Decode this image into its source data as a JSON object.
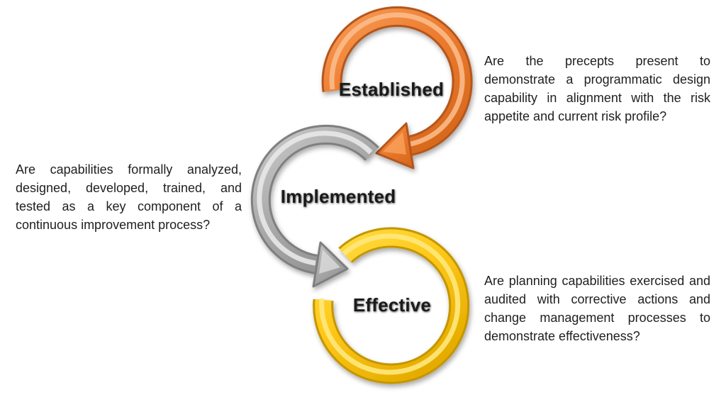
{
  "stages": [
    {
      "id": "established",
      "label": "Established",
      "color": "#ED7D31",
      "color_dark": "#B5571A",
      "color_light": "#FBBE8E",
      "note": "Are the precepts present to demonstrate a programmatic design capability in alignment with the risk appetite and current risk profile?"
    },
    {
      "id": "implemented",
      "label": "Implemented",
      "color": "#ACACAC",
      "color_dark": "#7F7F7F",
      "color_light": "#E8E8E8",
      "note": "Are capabilities formally analyzed, designed, developed, trained, and tested as a key component of a continuous improvement process?"
    },
    {
      "id": "effective",
      "label": "Effective",
      "color": "#FFC91B",
      "color_dark": "#C49600",
      "color_light": "#FFE87C",
      "note": "Are planning capabilities exercised and audited with corrective actions and change management processes to demonstrate effectiveness?"
    }
  ]
}
